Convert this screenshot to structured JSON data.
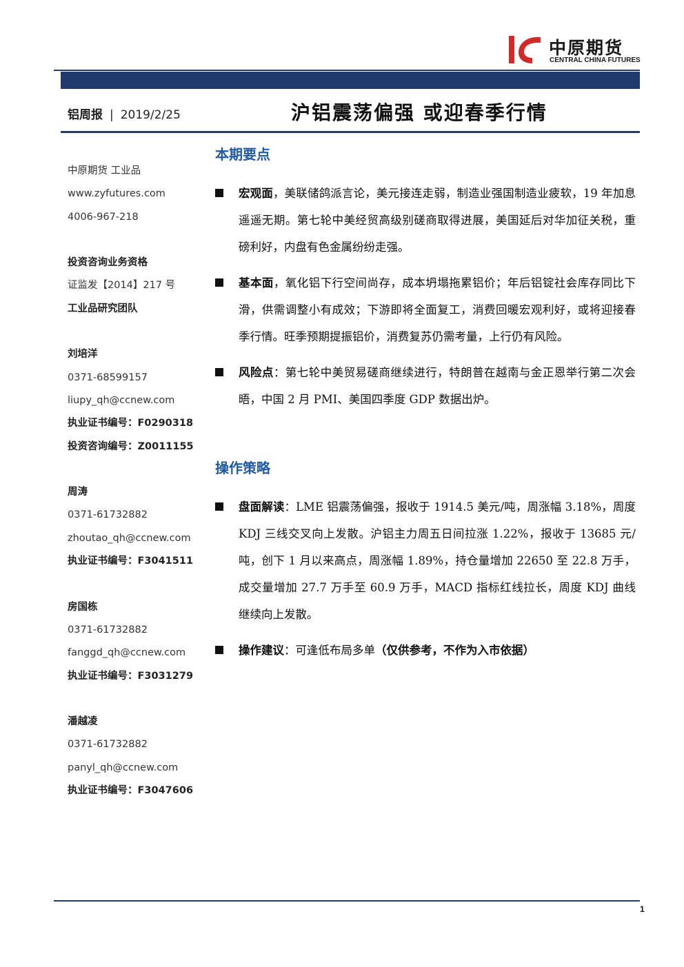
{
  "brand": {
    "name_cn": "中原期货",
    "name_en": "CENTRAL CHINA FUTURES",
    "color": "#1f3a6b",
    "logo_color": "#d02a2a"
  },
  "report": {
    "type": "铝周报",
    "date": "2019/2/25",
    "title": "沪铝震荡偏强 或迎春季行情"
  },
  "sidebar": {
    "company_lines": [
      "中原期货 工业品",
      "www.zyfutures.com",
      "4006-967-218"
    ],
    "qualification_lines": [
      "投资咨询业务资格",
      "证监发【2014】217 号",
      "工业品研究团队"
    ],
    "analysts": [
      {
        "name": "刘培洋",
        "phone": "0371-68599157",
        "email": "liupy_qh@ccnew.com",
        "cert": "执业证书编号：F0290318",
        "consult": "投资咨询编号：Z0011155"
      },
      {
        "name": "周涛",
        "phone": "0371-61732882",
        "email": "zhoutao_qh@ccnew.com",
        "cert": "执业证书编号：F3041511"
      },
      {
        "name": "房国栋",
        "phone": "0371-61732882",
        "email": "fanggd_qh@ccnew.com",
        "cert": "执业证书编号：F3031279"
      },
      {
        "name": "潘越凌",
        "phone": "0371-61732882",
        "email": "panyl_qh@ccnew.com",
        "cert": "执业证书编号：F3047606"
      }
    ]
  },
  "sections": {
    "highlights": {
      "heading": "本期要点",
      "items": [
        {
          "head": "宏观面",
          "text": "，美联储鸽派言论，美元接连走弱，制造业强国制造业疲软，19 年加息遥遥无期。第七轮中美经贸高级别磋商取得进展，美国延后对华加征关税，重磅利好，内盘有色金属纷纷走强。"
        },
        {
          "head": "基本面",
          "text": "，氧化铝下行空间尚存，成本坍塌拖累铝价；年后铝锭社会库存同比下滑，供需调整小有成效；下游即将全面复工，消费回暖宏观利好，或将迎接春季行情。旺季预期提振铝价，消费复苏仍需考量，上行仍有风险。"
        },
        {
          "head": "风险点",
          "text": "：第七轮中美贸易磋商继续进行，特朗普在越南与金正恩举行第二次会晤，中国 2 月 PMI、美国四季度 GDP 数据出炉。"
        }
      ]
    },
    "strategy": {
      "heading": "操作策略",
      "items": [
        {
          "head": "盘面解读",
          "text": "：LME 铝震荡偏强，报收于 1914.5 美元/吨，周涨幅 3.18%，周度 KDJ 三线交叉向上发散。沪铝主力周五日间拉涨 1.22%，报收于 13685 元/吨，创下 1 月以来高点，周涨幅 1.89%，持仓量增加 22650 至 22.8 万手，成交量增加 27.7 万手至 60.9 万手，MACD 指标红线拉长，周度 KDJ 曲线继续向上发散。"
        },
        {
          "head": "操作建议",
          "text": "：可逢低布局多单",
          "note": "（仅供参考，不作为入市依据）"
        }
      ]
    }
  },
  "page": {
    "number": "1"
  }
}
